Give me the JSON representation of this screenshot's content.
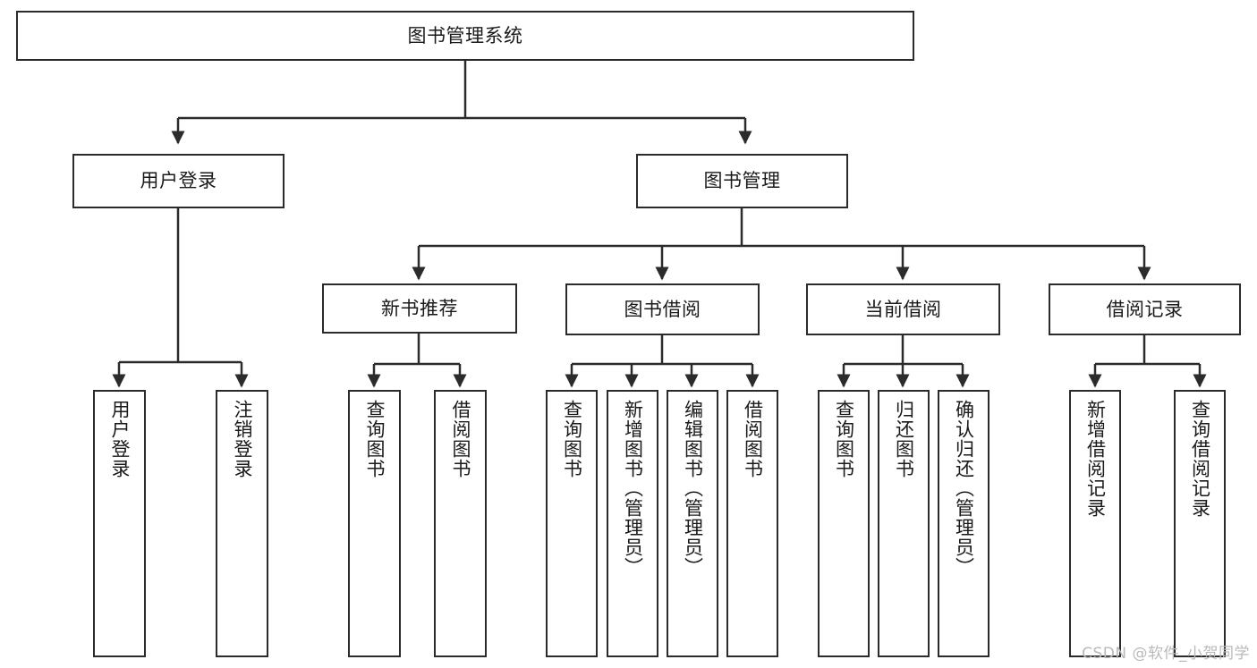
{
  "diagram": {
    "type": "tree-hierarchy",
    "title": "图书管理系统",
    "watermark": "CSDN @软件_小贺同学",
    "colors": {
      "stroke": "#2b2b2b",
      "fill": "#ffffff",
      "text": "#1a1a1a",
      "watermark": "#b9b9b9"
    },
    "nodes": {
      "root": {
        "label": "图书管理系统"
      },
      "level1": [
        {
          "id": "user-login",
          "label": "用户登录"
        },
        {
          "id": "book-management",
          "label": "图书管理"
        }
      ],
      "level2": [
        {
          "id": "new-book-recommend",
          "label": "新书推荐"
        },
        {
          "id": "book-borrow",
          "label": "图书借阅"
        },
        {
          "id": "current-borrow",
          "label": "当前借阅"
        },
        {
          "id": "borrow-record",
          "label": "借阅记录"
        }
      ],
      "leaves": {
        "user-login": [
          {
            "id": "leaf-user-login",
            "label": "用户登录"
          },
          {
            "id": "leaf-logout",
            "label": "注销登录"
          }
        ],
        "new-book-recommend": [
          {
            "id": "leaf-query-book-1",
            "label": "查询图书"
          },
          {
            "id": "leaf-borrow-book-1",
            "label": "借阅图书"
          }
        ],
        "book-borrow": [
          {
            "id": "leaf-query-book-2",
            "label": "查询图书"
          },
          {
            "id": "leaf-add-book",
            "label": "新增图书（管理员）"
          },
          {
            "id": "leaf-edit-book",
            "label": "编辑图书（管理员）"
          },
          {
            "id": "leaf-borrow-book-2",
            "label": "借阅图书"
          }
        ],
        "current-borrow": [
          {
            "id": "leaf-query-book-3",
            "label": "查询图书"
          },
          {
            "id": "leaf-return-book",
            "label": "归还图书"
          },
          {
            "id": "leaf-confirm-return",
            "label": "确认归还（管理员）"
          }
        ],
        "borrow-record": [
          {
            "id": "leaf-add-record",
            "label": "新增借阅记录"
          },
          {
            "id": "leaf-query-record",
            "label": "查询借阅记录"
          }
        ]
      }
    }
  }
}
